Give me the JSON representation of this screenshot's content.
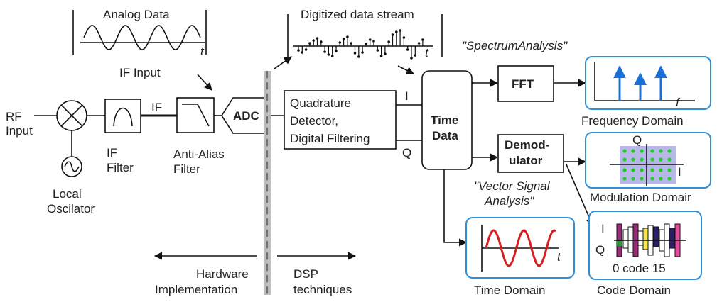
{
  "colors": {
    "panel_border": "#2f8fd8",
    "spectrum_line": "#1a6fd6",
    "sine_wave": "#d81f1f",
    "constellation_dot": "#22cc22",
    "constellation_fill": "#b8b8e8",
    "divider": "#bdbdbd",
    "code_colors": [
      "#9b2c79",
      "#2b1e6e",
      "#e24b9e",
      "#f2e84a",
      "#2e8f3c"
    ]
  },
  "labels": {
    "analog_data": "Analog Data",
    "if_input": "IF Input",
    "digitized_stream": "Digitized data stream",
    "spectrum_analysis": "\"SpectrumAnalysis\"",
    "rf_input_line1": "RF",
    "rf_input_line2": "Input",
    "if_wire": "IF",
    "if_filter_line1": "IF",
    "if_filter_line2": "Filter",
    "anti_alias_line1": "Anti-Alias",
    "anti_alias_line2": "Filter",
    "local_osc_line1": "Local",
    "local_osc_line2": "Oscilator",
    "adc": "ADC",
    "quad_line1": "Quadrature",
    "quad_line2": "Detector,",
    "quad_line3": "Digital Filtering",
    "i_channel": "I",
    "q_channel": "Q",
    "time_data_line1": "Time",
    "time_data_line2": "Data",
    "fft": "FFT",
    "demod_line1": "Demod-",
    "demod_line2": "ulator",
    "vsa_line1": "\"Vector Signal",
    "vsa_line2": "Analysis\"",
    "hardware_line1": "Hardware",
    "hardware_line2": "Implementation",
    "dsp_line1": "DSP",
    "dsp_line2": "techniques",
    "t_axis": "t",
    "f_axis": "f",
    "frequency_domain": "Frequency Domain",
    "modulation_domain": "Modulation Domair",
    "time_domain": "Time Domain",
    "code_domain": "Code  Domain",
    "const_q": "Q",
    "const_i": "I",
    "code_i": "I",
    "code_q": "Q",
    "code_axis": "0  code 15"
  }
}
